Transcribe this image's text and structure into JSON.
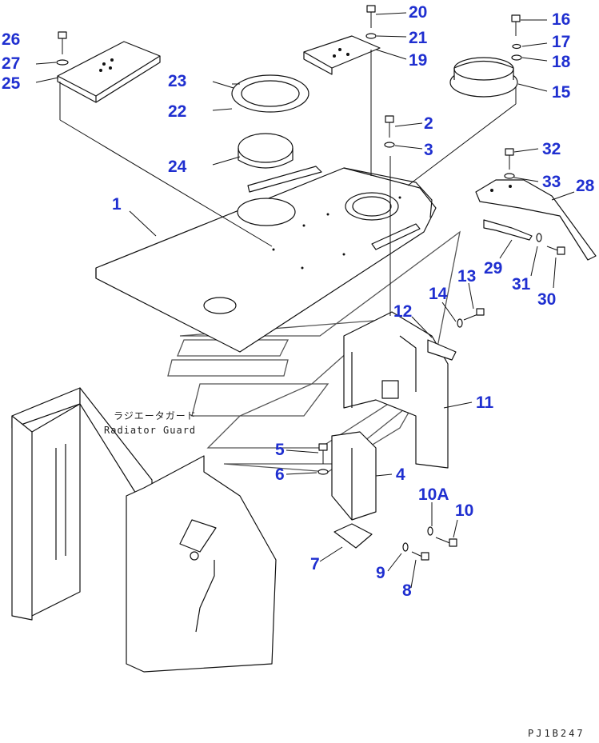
{
  "caption": {
    "japanese": "ラジエータガード",
    "english": "Radiator Guard"
  },
  "drawing_code": "PJ1B247",
  "part_labels": [
    "1",
    "2",
    "3",
    "4",
    "5",
    "6",
    "7",
    "8",
    "9",
    "10",
    "10A",
    "11",
    "12",
    "13",
    "14",
    "15",
    "16",
    "17",
    "18",
    "19",
    "20",
    "21",
    "22",
    "23",
    "24",
    "25",
    "26",
    "27",
    "28",
    "29",
    "30",
    "31",
    "32",
    "33"
  ]
}
